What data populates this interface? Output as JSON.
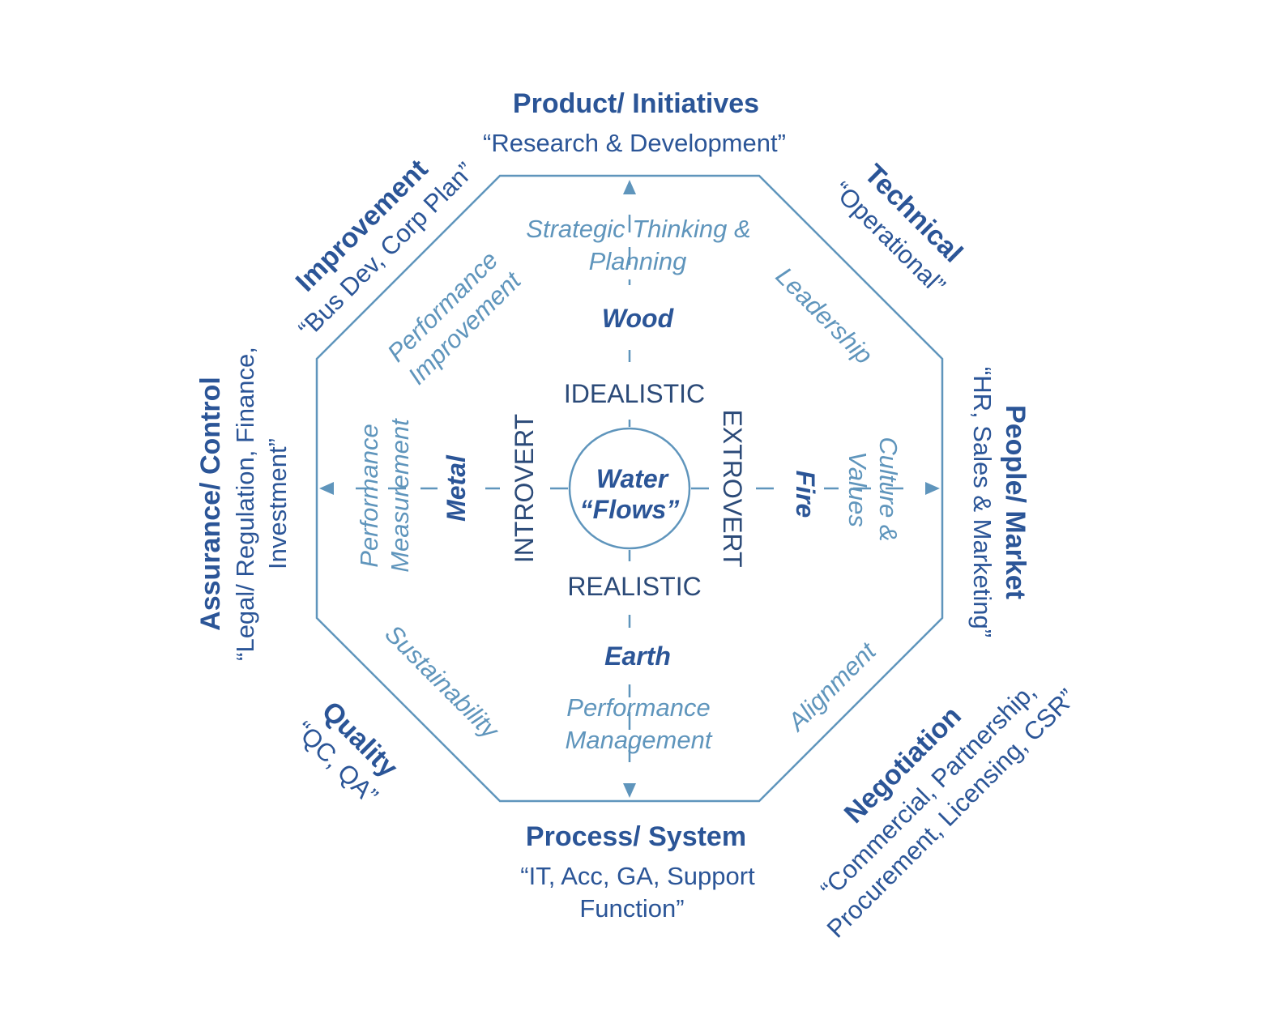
{
  "outer": {
    "top": {
      "title": "Product/ Initiatives",
      "sub1": "“Research & Development”"
    },
    "top_right": {
      "title": "Technical",
      "sub1": "“Operational”"
    },
    "right": {
      "title": "People/ Market",
      "sub1": "“HR, Sales & Marketing”"
    },
    "bottom_right": {
      "title": "Negotiation",
      "sub1": "“Commercial, Partnership,",
      "sub2": "Procurement, Licensing, CSR”"
    },
    "bottom": {
      "title": "Process/ System",
      "sub1": "“IT, Acc, GA, Support",
      "sub2": "Function”"
    },
    "bottom_left": {
      "title": "Quality",
      "sub1": "“QC, QA”"
    },
    "left": {
      "title": "Assurance/ Control",
      "sub1": "“Legal/ Regulation, Finance,",
      "sub2": "Investment”"
    },
    "top_left": {
      "title": "Improvement",
      "sub1": "“Bus Dev, Corp Plan”"
    }
  },
  "inner": {
    "top": {
      "line1": "Strategic Thinking &",
      "line2": "Planning"
    },
    "top_right": {
      "line1": "Leadership"
    },
    "right": {
      "line1": "Culture &",
      "line2": "Values"
    },
    "bottom_right": {
      "line1": "Alignment"
    },
    "bottom": {
      "line1": "Performance",
      "line2": "Management"
    },
    "bottom_left": {
      "line1": "Sustainability"
    },
    "left": {
      "line1": "Performance",
      "line2": "Measurement"
    },
    "top_left": {
      "line1": "Performance",
      "line2": "Improvement"
    }
  },
  "elements": {
    "wood": "Wood",
    "fire": "Fire",
    "earth": "Earth",
    "metal": "Metal"
  },
  "axes": {
    "idealistic": "IDEALISTIC",
    "realistic": "REALISTIC",
    "introvert": "INTROVERT",
    "extrovert": "EXTROVERT"
  },
  "center": {
    "line1": "Water",
    "line2": "“Flows”"
  },
  "colors": {
    "dark_blue": "#2b5597",
    "light_blue": "#5f95bc",
    "axis_text": "#2b4a78"
  }
}
